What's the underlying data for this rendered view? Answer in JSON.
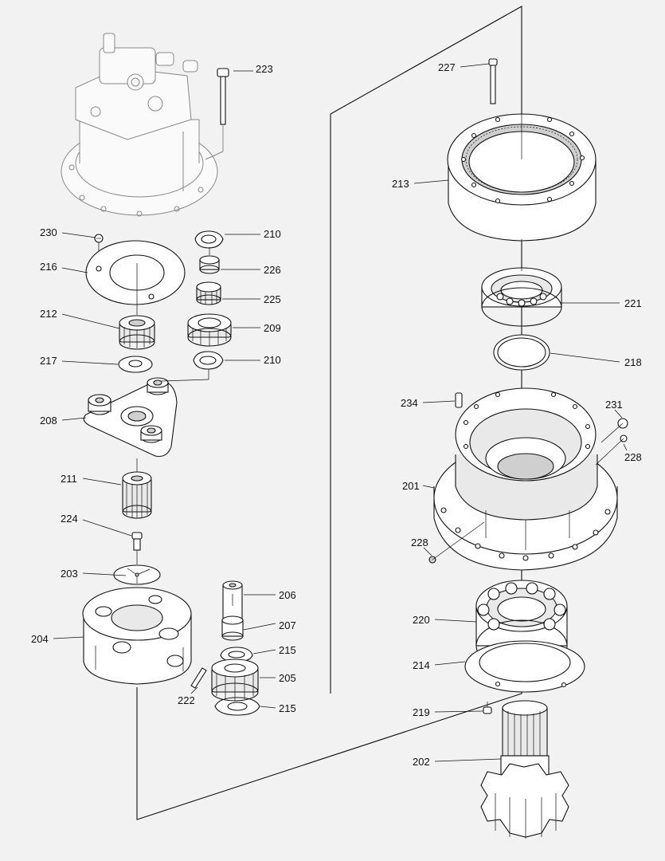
{
  "callouts": {
    "c223": "223",
    "c230": "230",
    "c216": "216",
    "c210a": "210",
    "c226": "226",
    "c225": "225",
    "c212": "212",
    "c209": "209",
    "c217": "217",
    "c210b": "210",
    "c208": "208",
    "c211": "211",
    "c224": "224",
    "c203": "203",
    "c204": "204",
    "c206": "206",
    "c207": "207",
    "c215a": "215",
    "c205": "205",
    "c222": "222",
    "c215b": "215",
    "c227": "227",
    "c213": "213",
    "c221": "221",
    "c218": "218",
    "c234": "234",
    "c231": "231",
    "c228a": "228",
    "c201": "201",
    "c228b": "228",
    "c220": "220",
    "c214": "214",
    "c219": "219",
    "c202": "202"
  }
}
